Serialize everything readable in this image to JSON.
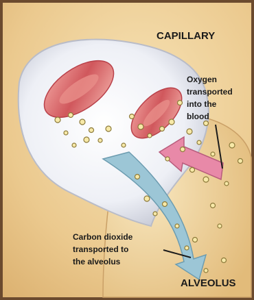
{
  "labels": {
    "capillary": "CAPILLARY",
    "oxygen": [
      "Oxygen",
      "transported",
      "into the",
      "blood"
    ],
    "carbon_dioxide": [
      "Carbon dioxide",
      "transported to",
      "the alveolus"
    ],
    "alveolus": "ALVEOLUS"
  },
  "colors": {
    "oxygen_arrow": "#e889a8",
    "carbon_dioxide_arrow": "#9cc6d6",
    "capillary_cells": "#d05a5e",
    "alveolus_tissue": "#f0d7a0"
  }
}
